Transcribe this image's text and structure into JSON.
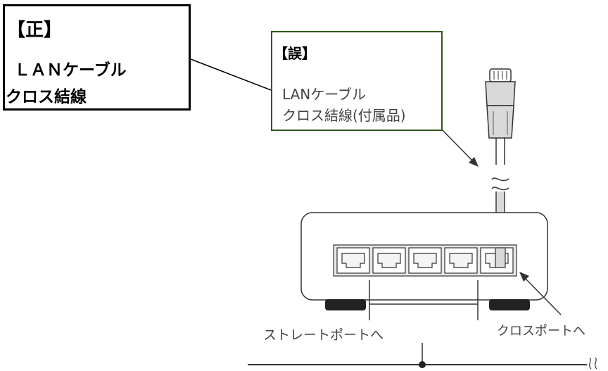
{
  "correct_note": {
    "heading": "【正】",
    "line1": "ＬＡＮケーブル",
    "line2": "クロス結線"
  },
  "wrong_note": {
    "heading": "【誤】",
    "line1": "LANケーブル",
    "line2": "クロス結線(付属品)"
  },
  "labels": {
    "straight_port": "ストレートポートへ",
    "cross_port": "クロスポートへ"
  },
  "colors": {
    "correct_border": "#000000",
    "wrong_border": "#2e5a1c",
    "diagram_line": "#333333",
    "cable_fill": "#d9d9d9"
  }
}
